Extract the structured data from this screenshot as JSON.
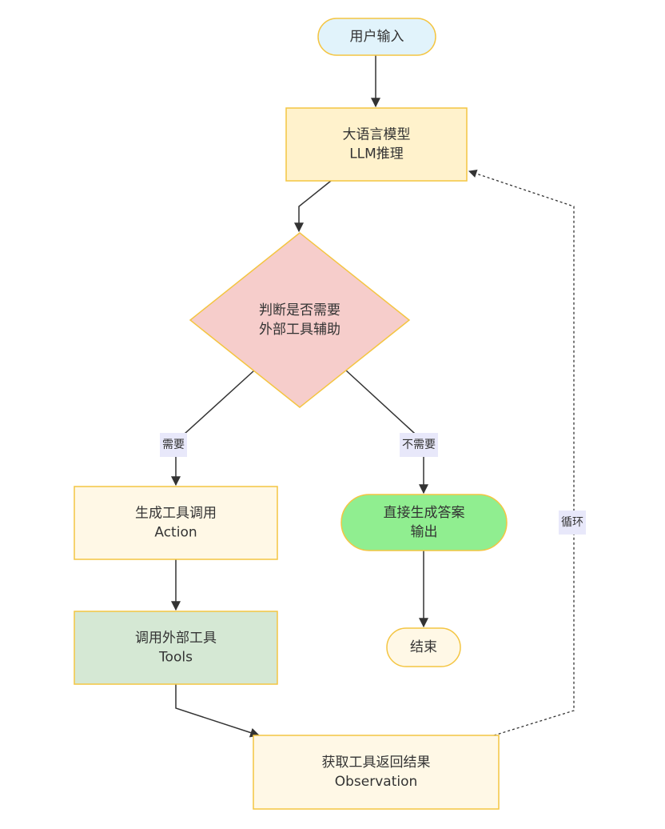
{
  "diagram": {
    "type": "flowchart",
    "colors": {
      "stroke": "#f4c542",
      "edge": "#333333",
      "label_bg": "#e8e8fa",
      "start_fill": "#e1f3fb",
      "llm_fill": "#fff2cc",
      "decision_fill": "#f6cdcb",
      "action_fill": "#fff8e6",
      "answer_fill": "#90ee90",
      "tools_fill": "#d5e8d4",
      "end_fill": "#fff8e6",
      "observation_fill": "#fff8e6"
    },
    "nodes": [
      {
        "id": "start",
        "shape": "stadium",
        "lines": [
          "用户输入"
        ]
      },
      {
        "id": "llm",
        "shape": "rect",
        "lines": [
          "大语言模型",
          "LLM推理"
        ]
      },
      {
        "id": "decision",
        "shape": "diamond",
        "lines": [
          "判断是否需要",
          "外部工具辅助"
        ]
      },
      {
        "id": "action",
        "shape": "rect",
        "lines": [
          "生成工具调用",
          "Action"
        ]
      },
      {
        "id": "answer",
        "shape": "stadium",
        "lines": [
          "直接生成答案",
          "输出"
        ]
      },
      {
        "id": "tools",
        "shape": "rect",
        "lines": [
          "调用外部工具",
          "Tools"
        ]
      },
      {
        "id": "end",
        "shape": "stadium",
        "lines": [
          "结束"
        ]
      },
      {
        "id": "observation",
        "shape": "rect",
        "lines": [
          "获取工具返回结果",
          "Observation"
        ]
      }
    ],
    "edges": [
      {
        "from": "start",
        "to": "llm",
        "label": "",
        "style": "solid"
      },
      {
        "from": "llm",
        "to": "decision",
        "label": "",
        "style": "solid"
      },
      {
        "from": "decision",
        "to": "action",
        "label": "需要",
        "style": "solid"
      },
      {
        "from": "decision",
        "to": "answer",
        "label": "不需要",
        "style": "solid"
      },
      {
        "from": "action",
        "to": "tools",
        "label": "",
        "style": "solid"
      },
      {
        "from": "answer",
        "to": "end",
        "label": "",
        "style": "solid"
      },
      {
        "from": "tools",
        "to": "observation",
        "label": "",
        "style": "solid"
      },
      {
        "from": "observation",
        "to": "llm",
        "label": "循环",
        "style": "dotted"
      }
    ]
  }
}
